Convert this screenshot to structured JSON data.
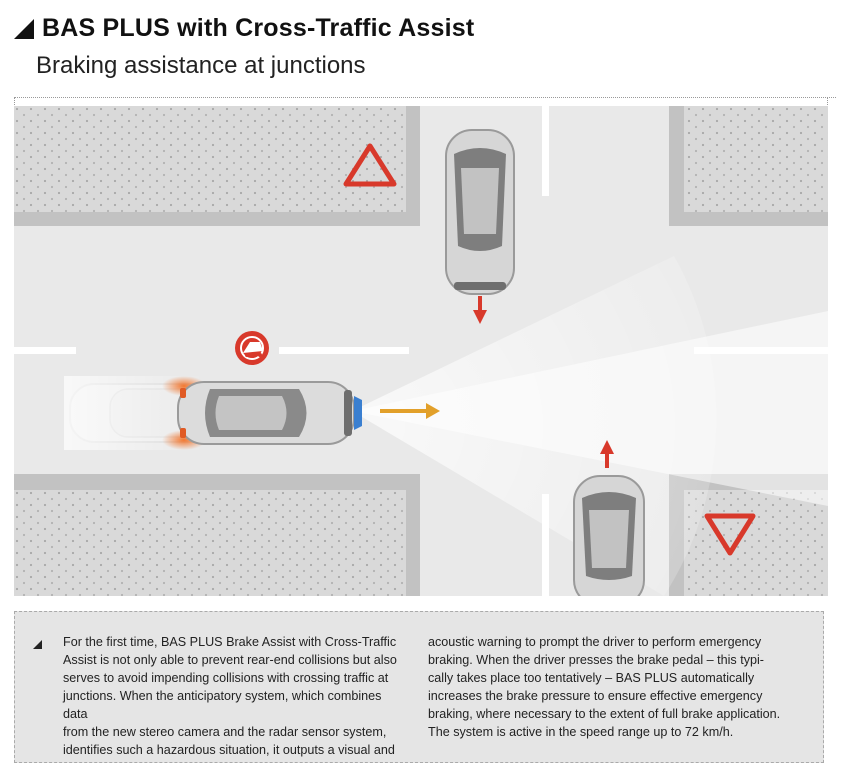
{
  "header": {
    "title": "BAS PLUS with Cross-Traffic Assist",
    "subtitle": "Braking assistance at junctions"
  },
  "description": {
    "column_left": "For the first time, BAS PLUS Brake Assist with Cross-Traffic\nAssist is not only able to prevent rear-end collisions but also\nserves to avoid impending collisions with crossing traffic at\njunctions. When the anticipatory system, which combines data\nfrom the new stereo camera and the radar sensor system,\nidentifies such a hazardous situation, it outputs a visual and",
    "column_right": "acoustic warning to prompt the driver to perform emergency\nbraking. When the driver presses the brake pedal – this typi-\ncally takes place too tentatively – BAS PLUS automatically\nincreases the brake pressure to ensure effective emergency\nbraking, where necessary to the extent of full brake application.\nThe system is active in the speed range up to 72 km/h."
  },
  "colors": {
    "warning_red": "#d8392b",
    "arrow_orange": "#e2a02a",
    "road": "#e9e9e9",
    "block": "#d4d4d4",
    "sidewalk": "#c2c2c2"
  },
  "icons": [
    "warning-triangle-icon",
    "yield-triangle-icon",
    "collision-warning-icon"
  ]
}
